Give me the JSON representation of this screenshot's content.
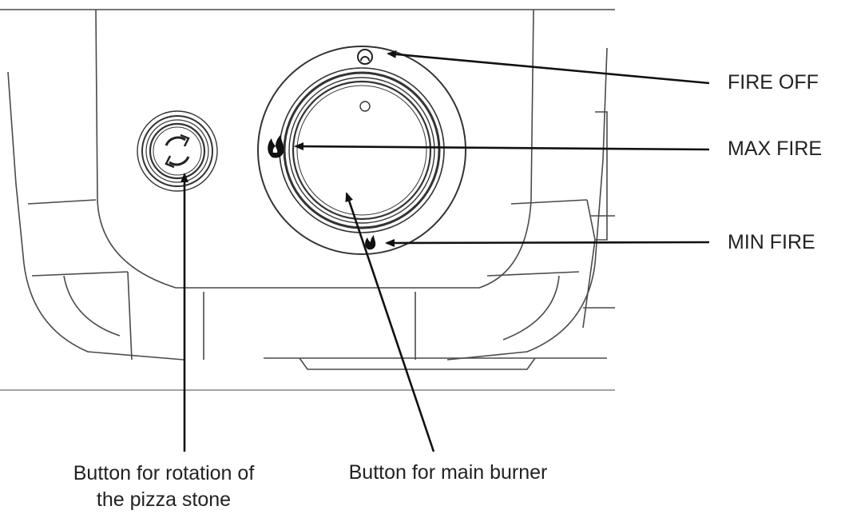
{
  "labels": {
    "fire_off": "FIRE OFF",
    "max_fire": "MAX FIRE",
    "min_fire": "MIN FIRE",
    "rotation_button_line1": "Button for rotation of",
    "rotation_button_line2": "the pizza stone",
    "main_burner_button": "Button for main burner"
  },
  "icons": {
    "fire_off": "power-off-icon",
    "max_fire": "large-flame-icon",
    "min_fire": "small-flame-icon",
    "rotation": "rotate-arrows-icon"
  },
  "colors": {
    "line": "#3a3a3a",
    "arrow": "#111111",
    "text": "#222222",
    "background": "#ffffff"
  }
}
